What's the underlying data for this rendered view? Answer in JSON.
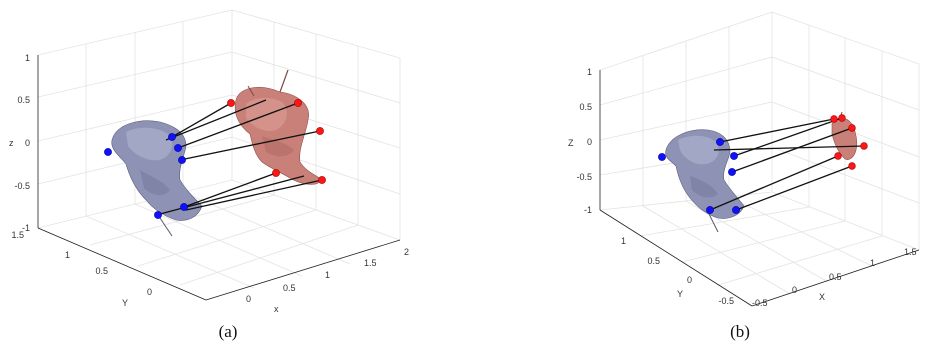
{
  "panels": [
    {
      "caption": "(a)",
      "z_ticks": [
        "1",
        "0.5",
        "0",
        "-0.5",
        "-1"
      ],
      "z_label": "z",
      "y_ticks": [
        "1.5",
        "1",
        "0.5",
        "0"
      ],
      "y_label": "Y",
      "x_ticks": [
        "0",
        "0.5",
        "1",
        "1.5",
        "2"
      ],
      "x_label": "x"
    },
    {
      "caption": "(b)",
      "z_ticks": [
        "1",
        "0.5",
        "0",
        "-0.5",
        "-1"
      ],
      "z_label": "Z",
      "y_ticks": [
        "1",
        "0.5",
        "0",
        "-0.5"
      ],
      "y_label": "Y",
      "x_ticks": [
        "-0.5",
        "0",
        "0.5",
        "1",
        "1.5"
      ],
      "x_label": "X"
    }
  ],
  "colors": {
    "source_shape": "#8e93b6",
    "target_shape": "#c98078",
    "source_points": "#1010ff",
    "target_points": "#ff1515",
    "correspondence_lines": "#111111"
  }
}
